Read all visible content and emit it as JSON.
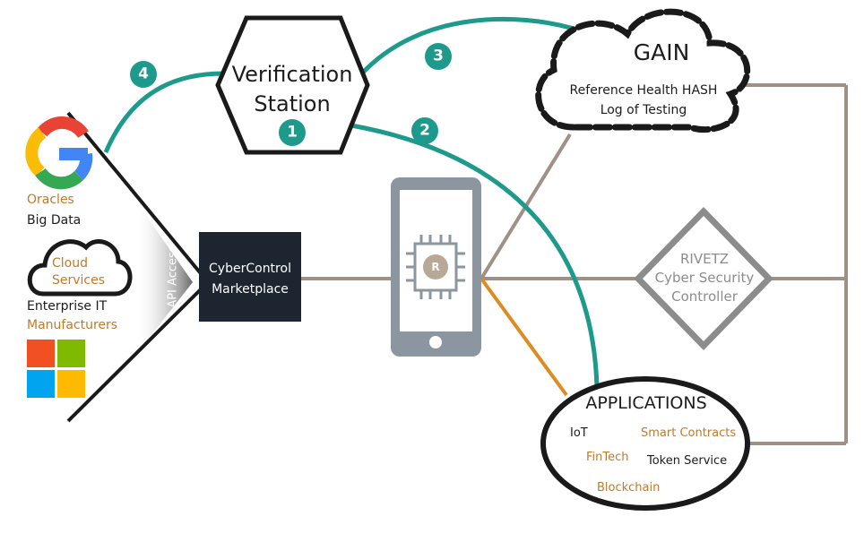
{
  "colors": {
    "teal": "#1e9a8c",
    "brown_line": "#a09085",
    "orange_line": "#e08a22",
    "dark": "#1a1a1a",
    "orange_text": "#c07a2a",
    "grey_text": "#8c8c8c",
    "marketplace_bg": "#1d2630"
  },
  "left_sources": {
    "oracles": "Oracles",
    "big_data": "Big Data",
    "cloud_line1": "Cloud",
    "cloud_line2": "Services",
    "enterprise_it": "Enterprise IT",
    "manufacturers": "Manufacturers",
    "google_logo_icon": "google-logo-icon",
    "microsoft_logo_icon": "microsoft-logo-icon"
  },
  "api_access": "API Access",
  "marketplace": {
    "line1": "CyberControl",
    "line2": "Marketplace"
  },
  "verification": {
    "line1": "Verification",
    "line2": "Station"
  },
  "steps": [
    "1",
    "2",
    "3",
    "4"
  ],
  "gain": {
    "title": "GAIN",
    "line1": "Reference Health HASH",
    "line2": "Log of Testing"
  },
  "rivetz": {
    "line1": "RIVETZ",
    "line2": "Cyber Security",
    "line3": "Controller"
  },
  "phone_chip_mark": "R",
  "applications": {
    "title": "APPLICATIONS",
    "iot": "IoT",
    "smart_contracts": "Smart Contracts",
    "fintech": "FinTech",
    "token_service": "Token Service",
    "blockchain": "Blockchain"
  }
}
